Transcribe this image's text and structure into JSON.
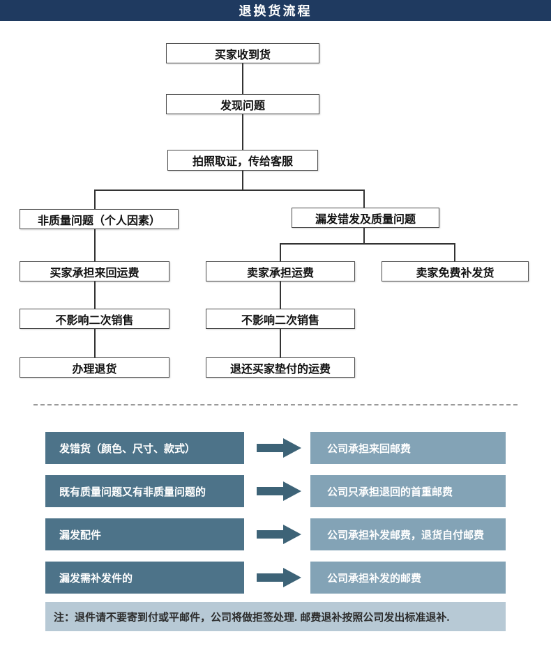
{
  "header": {
    "title": "退换货流程"
  },
  "colors": {
    "header_bg": "#1f3a60",
    "row_left_bg": "#4d7389",
    "row_right_bg": "#83a3b6",
    "arrow_color": "#3d6377",
    "note_bg": "#b7c9d5"
  },
  "flow": {
    "received": "买家收到货",
    "found": "发现问题",
    "photo": "拍照取证，传给客服",
    "non_quality": "非质量问题（个人因素）",
    "quality": "漏发错发及质量问题",
    "buyer_freight": "买家承担来回运费",
    "seller_freight": "卖家承担运费",
    "seller_reship": "卖家免费补发货",
    "no_affect_left": "不影响二次销售",
    "no_affect_mid": "不影响二次销售",
    "process_return": "办理退货",
    "refund_freight": "退还买家垫付的运费"
  },
  "policy": {
    "rows": [
      {
        "condition": "发错货（颜色、尺寸、款式）",
        "result": "公司承担来回邮费"
      },
      {
        "condition": "既有质量问题又有非质量问题的",
        "result": "公司只承担退回的首重邮费"
      },
      {
        "condition": "漏发配件",
        "result": "公司承担补发邮费，退货自付邮费"
      },
      {
        "condition": "漏发需补发件的",
        "result": "公司承担补发的邮费"
      }
    ]
  },
  "note": "注：退件请不要寄到付或平邮件，公司将做拒签处理. 邮费退补按照公司发出标准退补."
}
